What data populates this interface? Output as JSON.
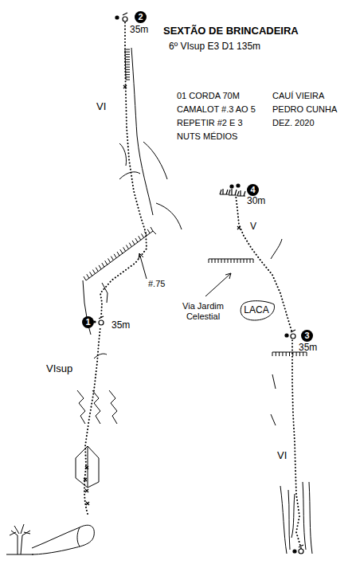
{
  "diagram": {
    "title": "SEXTÃO DE BRINCADEIRA",
    "nodes": [
      {
        "text": [
          "LACA"
        ]
      }
    ],
    "labels": [
      "6º VIsup E3 D1 135m",
      "01 CORDA 70M",
      "CAMALOT #.3 AO 5",
      "REPETIR #2 E 3",
      "NUTS MÉDIOS",
      "CAUÍ VIEIRA",
      "PEDRO CUNHA",
      "DEZ. 2020",
      "2",
      "35m",
      "VI",
      "#.75",
      "1",
      "35m",
      "VIsup",
      "4",
      "30m",
      "V",
      "Via Jardim Celestial",
      "3",
      "35m",
      "VI"
    ]
  }
}
